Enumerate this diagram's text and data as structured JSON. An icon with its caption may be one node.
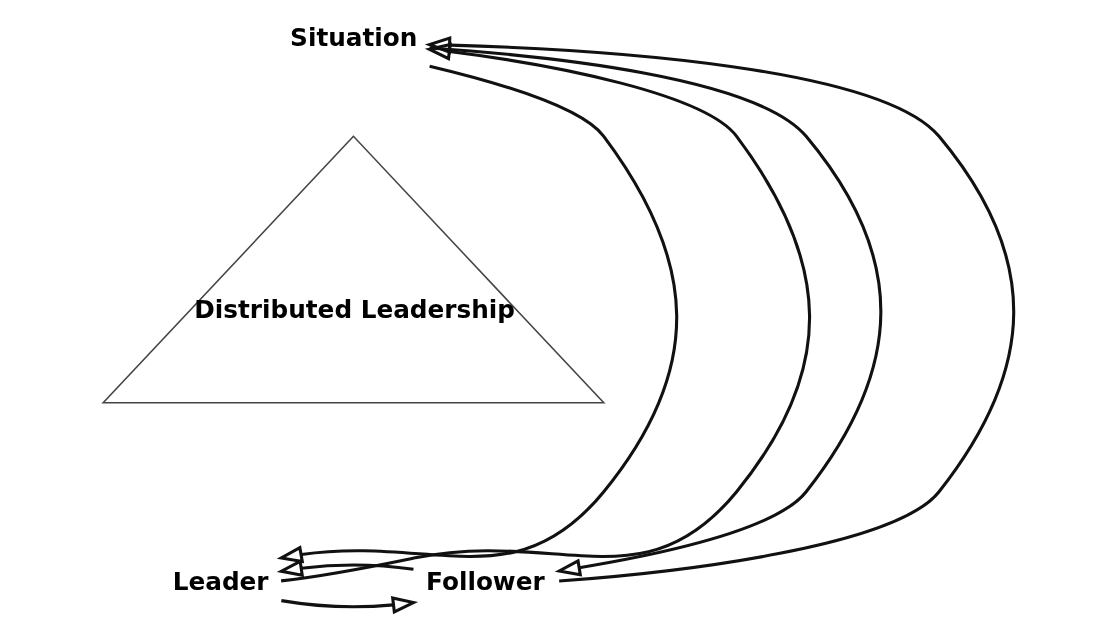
{
  "diagram": {
    "nodes": [
      {
        "text": [
          "Situation"
        ]
      },
      {
        "text": [
          "Distributed Leadership"
        ]
      },
      {
        "text": [
          "Leader"
        ]
      },
      {
        "text": [
          "Follower"
        ]
      }
    ],
    "edges": [
      {
        "from": 2,
        "to": 0,
        "arrow": "to"
      },
      {
        "from": 0,
        "to": 2,
        "arrow": "to"
      },
      {
        "from": 0,
        "to": 3,
        "arrow": "to"
      },
      {
        "from": 3,
        "to": 0,
        "arrow": "to"
      },
      {
        "from": 2,
        "to": 3,
        "arrow": "to"
      },
      {
        "from": 3,
        "to": 2,
        "arrow": "to"
      }
    ]
  }
}
